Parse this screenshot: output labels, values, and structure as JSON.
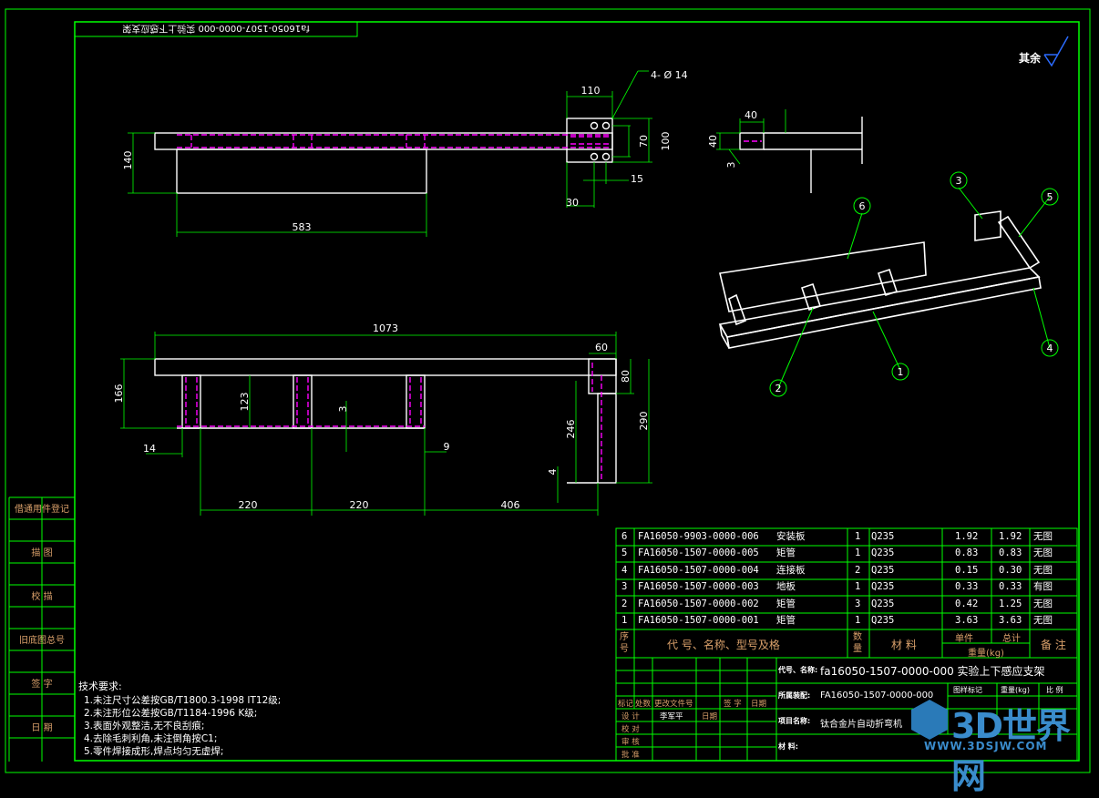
{
  "title_block_top": "fa16050-1507-0000-000   实验上下感应支架",
  "surface_finish": "其余",
  "top_view": {
    "dims": [
      "110",
      "4- Ø 14",
      "70",
      "100",
      "15",
      "30",
      "140",
      "583"
    ]
  },
  "side_view": {
    "dims": [
      "40",
      "40",
      "3"
    ]
  },
  "front_view": {
    "dims": [
      "1073",
      "60",
      "80",
      "166",
      "123",
      "3",
      "290",
      "246",
      "14",
      "9",
      "4",
      "220",
      "220",
      "406"
    ]
  },
  "balloons": [
    "1",
    "2",
    "3",
    "4",
    "5",
    "6"
  ],
  "left_strip": [
    "借通用件登记",
    "描 图",
    "校 描",
    "旧底图总号",
    "签 字",
    "日 期"
  ],
  "bom": {
    "rows": [
      {
        "no": "6",
        "code": "FA16050-9903-0000-006",
        "name": "安装板",
        "qty": "1",
        "mat": "Q235",
        "unit": "1.92",
        "total": "1.92",
        "note": "无图"
      },
      {
        "no": "5",
        "code": "FA16050-1507-0000-005",
        "name": "矩管",
        "qty": "1",
        "mat": "Q235",
        "unit": "0.83",
        "total": "0.83",
        "note": "无图"
      },
      {
        "no": "4",
        "code": "FA16050-1507-0000-004",
        "name": "连接板",
        "qty": "2",
        "mat": "Q235",
        "unit": "0.15",
        "total": "0.30",
        "note": "无图"
      },
      {
        "no": "3",
        "code": "FA16050-1507-0000-003",
        "name": "地板",
        "qty": "1",
        "mat": "Q235",
        "unit": "0.33",
        "total": "0.33",
        "note": "有图"
      },
      {
        "no": "2",
        "code": "FA16050-1507-0000-002",
        "name": "矩管",
        "qty": "3",
        "mat": "Q235",
        "unit": "0.42",
        "total": "1.25",
        "note": "无图"
      },
      {
        "no": "1",
        "code": "FA16050-1507-0000-001",
        "name": "矩管",
        "qty": "1",
        "mat": "Q235",
        "unit": "3.63",
        "total": "3.63",
        "note": "无图"
      }
    ],
    "header": {
      "no": "序号",
      "code_name": "代 号、名称、型号及格",
      "qty": "数量",
      "mat": "材 料",
      "unit": "单件",
      "total": "总计",
      "weight": "重量(kg)",
      "note": "备 注"
    }
  },
  "title_block": {
    "label_code_name": "代号、名称:",
    "code_name": "fa16050-1507-0000-000   实验上下感应支架",
    "label_assembly": "所属装配:",
    "assembly": "FA16050-1507-0000-000",
    "label_project": "项目名称:",
    "project": "钛合金片自动折弯机",
    "label_material": "材 料:",
    "col_stage": "图样标记",
    "col_weight": "重量(kg)",
    "col_scale": "比 例",
    "rev_headers": [
      "标记",
      "处数",
      "更改文件号",
      "签 字",
      "日期"
    ],
    "roles": [
      "设 计",
      "校 对",
      "审 核",
      "批 准"
    ],
    "designer": "李军平",
    "date_label": "日期"
  },
  "tech_req": {
    "title": "技术要求:",
    "items": [
      "1.未注尺寸公差按GB/T1800.3-1998 IT12级;",
      "2.未注形位公差按GB/T1184-1996 K级;",
      "3.表面外观整洁,无不良刮痕;",
      "4.去除毛刺利角,未注倒角按C1;",
      "5.零件焊接成形,焊点均匀无虚焊;"
    ]
  },
  "watermark": {
    "brand": "3D世界网",
    "url": "WWW.3DSJW.COM"
  },
  "colors": {
    "background": "#000000",
    "frame": "#00ff00",
    "part_lines": "#ffffff",
    "hidden_lines": "#ff00ff",
    "leader": "#00ff00",
    "labels": "#d9a06a",
    "symbol": "#2b6bff"
  }
}
